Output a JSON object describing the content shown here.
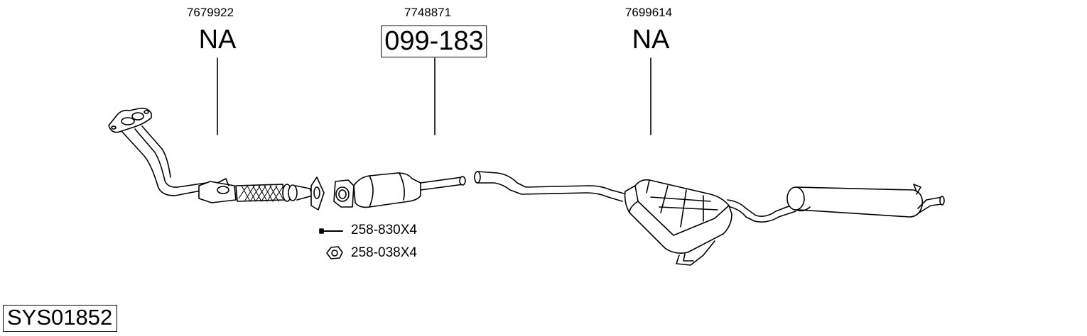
{
  "parts": [
    {
      "oem": "7679922",
      "code": "NA",
      "boxed": false
    },
    {
      "oem": "7748871",
      "code": "099-183",
      "boxed": true
    },
    {
      "oem": "7699614",
      "code": "NA",
      "boxed": false
    }
  ],
  "accessories": [
    {
      "label": "258-830X4",
      "icon": "bolt-icon"
    },
    {
      "label": "258-038X4",
      "icon": "nut-icon"
    }
  ],
  "system_code": "SYS01852"
}
